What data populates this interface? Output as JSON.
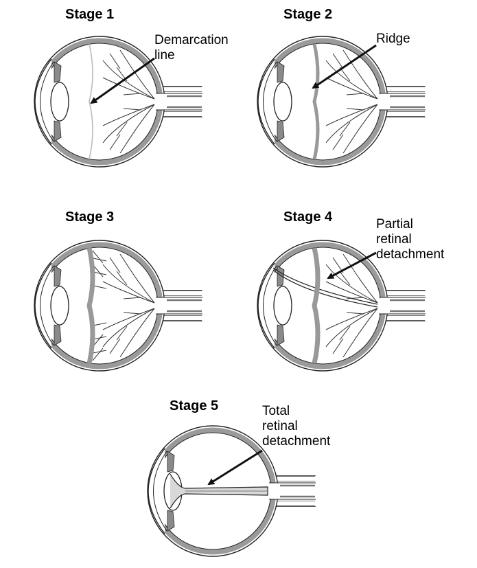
{
  "stages": [
    {
      "title": "Stage 1",
      "label_lines": [
        "Demarcation",
        "line"
      ]
    },
    {
      "title": "Stage 2",
      "label_lines": [
        "Ridge"
      ]
    },
    {
      "title": "Stage 3",
      "label_lines": []
    },
    {
      "title": "Stage 4",
      "label_lines": [
        "Partial",
        "retinal",
        "detachment"
      ]
    },
    {
      "title": "Stage 5",
      "label_lines": [
        "Total",
        "retinal",
        "detachment"
      ]
    }
  ]
}
